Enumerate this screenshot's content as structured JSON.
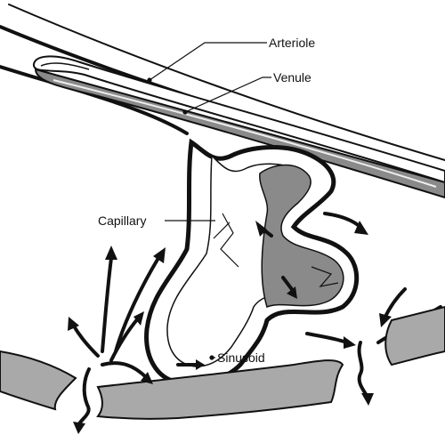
{
  "labels": {
    "arteriole": "Arteriole",
    "venule": "Venule",
    "capillary": "Capillary",
    "sinusoid": "Sinusoid"
  },
  "colors": {
    "outline": "#111111",
    "vessel_fill": "#8a8a8a",
    "bone_fill": "#a9a9a9",
    "background": "#ffffff"
  }
}
